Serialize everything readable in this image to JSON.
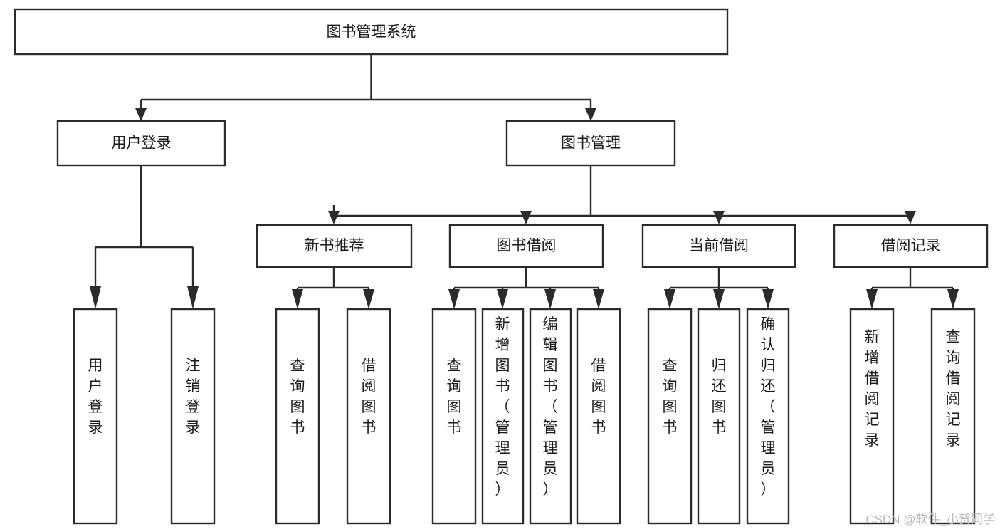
{
  "diagram": {
    "type": "tree",
    "title": "图书管理系统",
    "orientation": "top-down",
    "colors": {
      "box_fill": "#ffffff",
      "box_stroke": "#2b2b2b",
      "text": "#1a1a1a",
      "background": "#ffffff",
      "watermark": "#b8b8b8"
    },
    "nodes": {
      "root": {
        "label": "图书管理系统",
        "level": 1,
        "orientation": "horizontal"
      },
      "l2": [
        {
          "id": "user-login",
          "label": "用户登录",
          "level": 2,
          "orientation": "horizontal"
        },
        {
          "id": "book-manage",
          "label": "图书管理",
          "level": 2,
          "orientation": "horizontal"
        }
      ],
      "l3": [
        {
          "id": "new-book-rec",
          "label": "新书推荐",
          "level": 3,
          "orientation": "horizontal"
        },
        {
          "id": "book-borrow",
          "label": "图书借阅",
          "level": 3,
          "orientation": "horizontal"
        },
        {
          "id": "current-borrow",
          "label": "当前借阅",
          "level": 3,
          "orientation": "horizontal"
        },
        {
          "id": "borrow-record",
          "label": "借阅记录",
          "level": 3,
          "orientation": "horizontal"
        }
      ],
      "leaves": [
        {
          "id": "leaf-user-login",
          "label": "用户登录",
          "parent": "user-login",
          "orientation": "vertical"
        },
        {
          "id": "leaf-logout-login",
          "label": "注销登录",
          "parent": "user-login",
          "orientation": "vertical"
        },
        {
          "id": "leaf-query-book-1",
          "label": "查询图书",
          "parent": "new-book-rec",
          "orientation": "vertical"
        },
        {
          "id": "leaf-borrow-book-1",
          "label": "借阅图书",
          "parent": "new-book-rec",
          "orientation": "vertical"
        },
        {
          "id": "leaf-query-book-2",
          "label": "查询图书",
          "parent": "book-borrow",
          "orientation": "vertical"
        },
        {
          "id": "leaf-add-book",
          "label": "新增图书（管理员）",
          "parent": "book-borrow",
          "orientation": "vertical"
        },
        {
          "id": "leaf-edit-book",
          "label": "编辑图书（管理员）",
          "parent": "book-borrow",
          "orientation": "vertical"
        },
        {
          "id": "leaf-borrow-book-2",
          "label": "借阅图书",
          "parent": "book-borrow",
          "orientation": "vertical"
        },
        {
          "id": "leaf-query-book-3",
          "label": "查询图书",
          "parent": "current-borrow",
          "orientation": "vertical"
        },
        {
          "id": "leaf-return-book",
          "label": "归还图书",
          "parent": "current-borrow",
          "orientation": "vertical"
        },
        {
          "id": "leaf-confirm-return",
          "label": "确认归还（管理员）",
          "parent": "current-borrow",
          "orientation": "vertical"
        },
        {
          "id": "leaf-add-record",
          "label": "新增借阅记录",
          "parent": "borrow-record",
          "orientation": "vertical"
        },
        {
          "id": "leaf-query-record",
          "label": "查询借阅记录",
          "parent": "borrow-record",
          "orientation": "vertical"
        }
      ]
    },
    "edges": [
      {
        "from": "图书管理系统",
        "to": "用户登录"
      },
      {
        "from": "图书管理系统",
        "to": "图书管理"
      },
      {
        "from": "用户登录",
        "to": "用户登录"
      },
      {
        "from": "用户登录",
        "to": "注销登录"
      },
      {
        "from": "图书管理",
        "to": "新书推荐"
      },
      {
        "from": "图书管理",
        "to": "图书借阅"
      },
      {
        "from": "图书管理",
        "to": "当前借阅"
      },
      {
        "from": "图书管理",
        "to": "借阅记录"
      },
      {
        "from": "新书推荐",
        "to": "查询图书"
      },
      {
        "from": "新书推荐",
        "to": "借阅图书"
      },
      {
        "from": "图书借阅",
        "to": "查询图书"
      },
      {
        "from": "图书借阅",
        "to": "新增图书（管理员）"
      },
      {
        "from": "图书借阅",
        "to": "编辑图书（管理员）"
      },
      {
        "from": "图书借阅",
        "to": "借阅图书"
      },
      {
        "from": "当前借阅",
        "to": "查询图书"
      },
      {
        "from": "当前借阅",
        "to": "归还图书"
      },
      {
        "from": "当前借阅",
        "to": "确认归还（管理员）"
      },
      {
        "from": "借阅记录",
        "to": "新增借阅记录"
      },
      {
        "from": "借阅记录",
        "to": "查询借阅记录"
      }
    ]
  },
  "watermark": {
    "text": "CSDN @软件_小贺同学"
  }
}
